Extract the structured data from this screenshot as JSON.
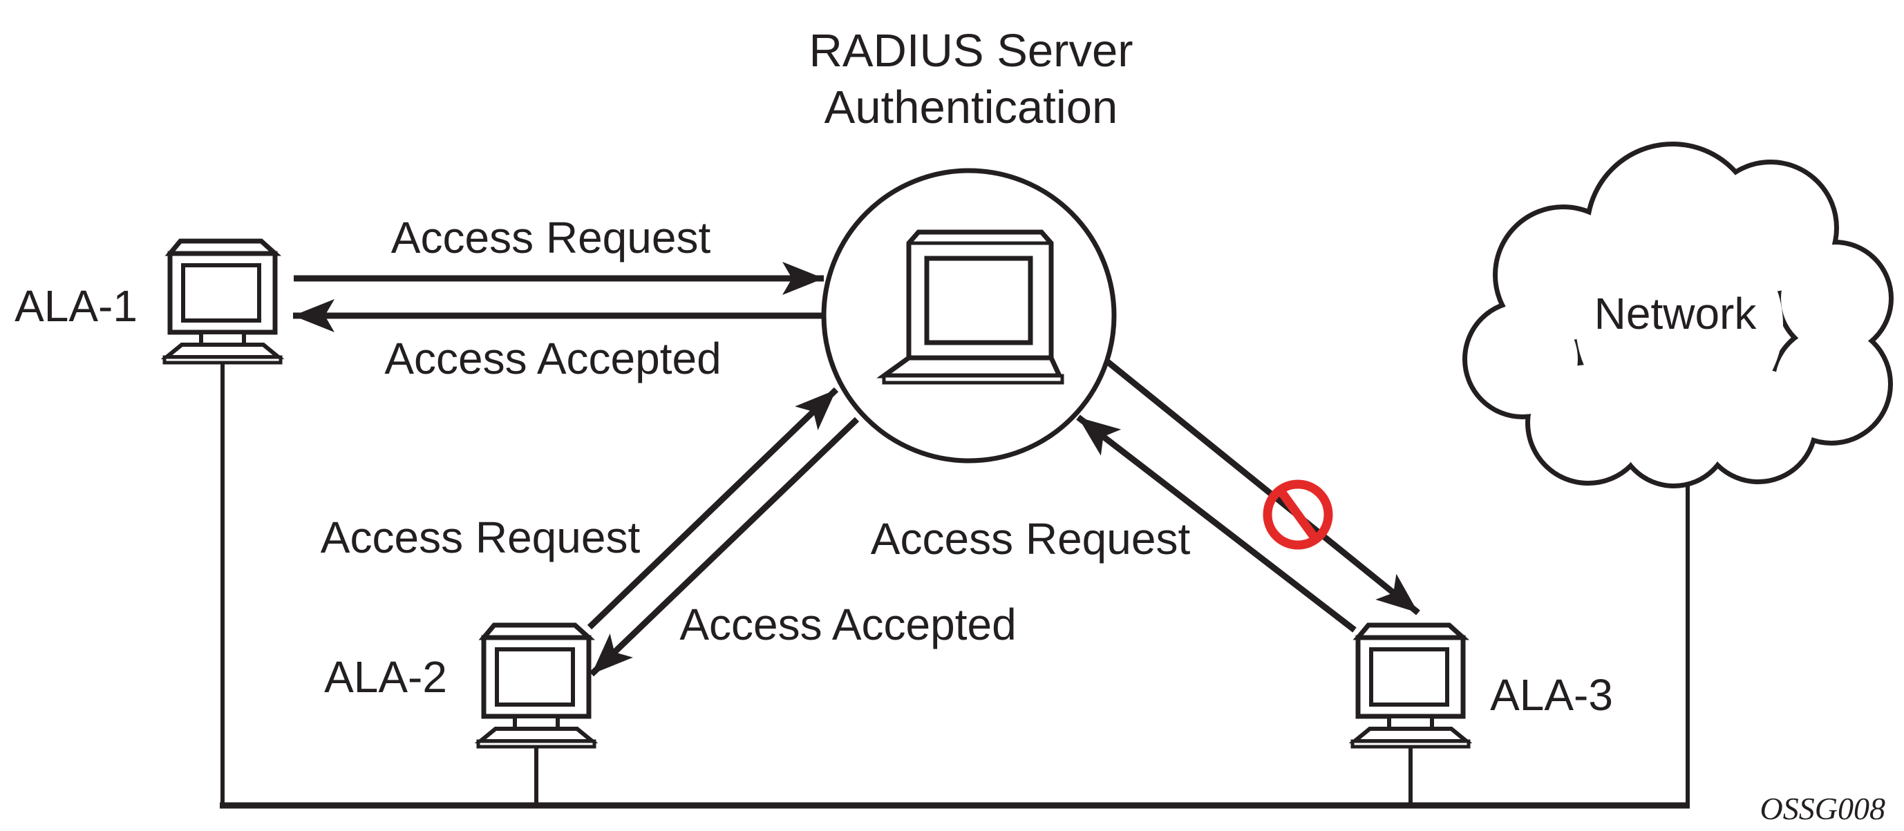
{
  "diagram": {
    "title": {
      "line1": "RADIUS Server",
      "line2": "Authentication"
    },
    "nodes": {
      "ala1": {
        "label": "ALA-1"
      },
      "ala2": {
        "label": "ALA-2"
      },
      "ala3": {
        "label": "ALA-3"
      },
      "cloud": {
        "label": "Network"
      }
    },
    "messages": {
      "ala1_request": "Access Request",
      "ala1_accepted": "Access Accepted",
      "ala2_request": "Access Request",
      "ala2_accepted": "Access Accepted",
      "ala3_request": "Access Request"
    },
    "figure_code": "OSSG008",
    "icons": {
      "server": "laptop-in-circle-icon",
      "workstation": "crt-computer-icon",
      "network": "cloud-icon",
      "denied": "prohibition-icon"
    },
    "colors": {
      "ink": "#231f20",
      "deny_red": "#e42a28",
      "background": "#ffffff"
    }
  }
}
